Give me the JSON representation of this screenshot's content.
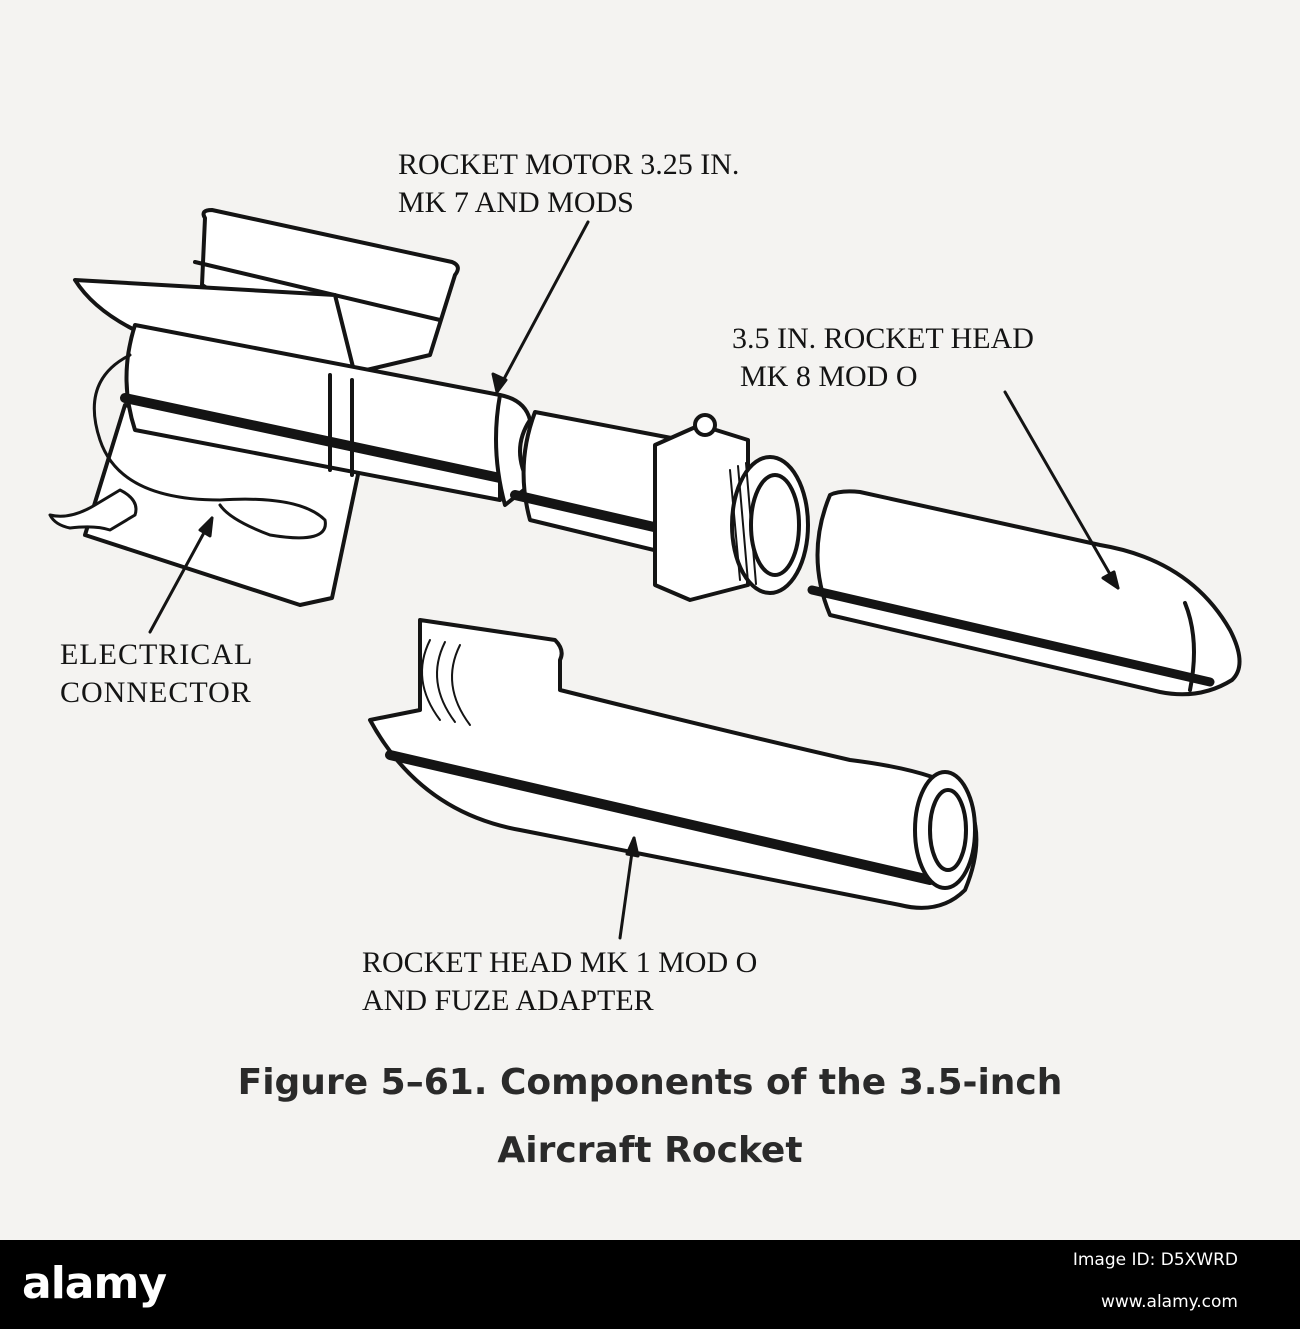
{
  "labels": {
    "rocket_motor": [
      "ROCKET MOTOR 3.25 IN.",
      "MK 7 AND MODS"
    ],
    "rocket_head_3_5": [
      "3.5 IN.  ROCKET HEAD",
      "MK 8  MOD O"
    ],
    "electrical_connector": [
      "ELECTRICAL",
      "CONNECTOR"
    ],
    "rocket_head_mk1": [
      "ROCKET HEAD MK 1 MOD O",
      "AND FUZE ADAPTER"
    ]
  },
  "caption": {
    "line1": "Figure 5–61.   Components of the 3.5-inch",
    "line2": "Aircraft  Rocket"
  },
  "stock_bar": {
    "logo": "alamy",
    "image_id": "Image ID: D5XWRD",
    "site": "www.alamy.com"
  },
  "colors": {
    "ink": "#141414",
    "paper": "#f4f3f1",
    "bar": "#000000"
  }
}
